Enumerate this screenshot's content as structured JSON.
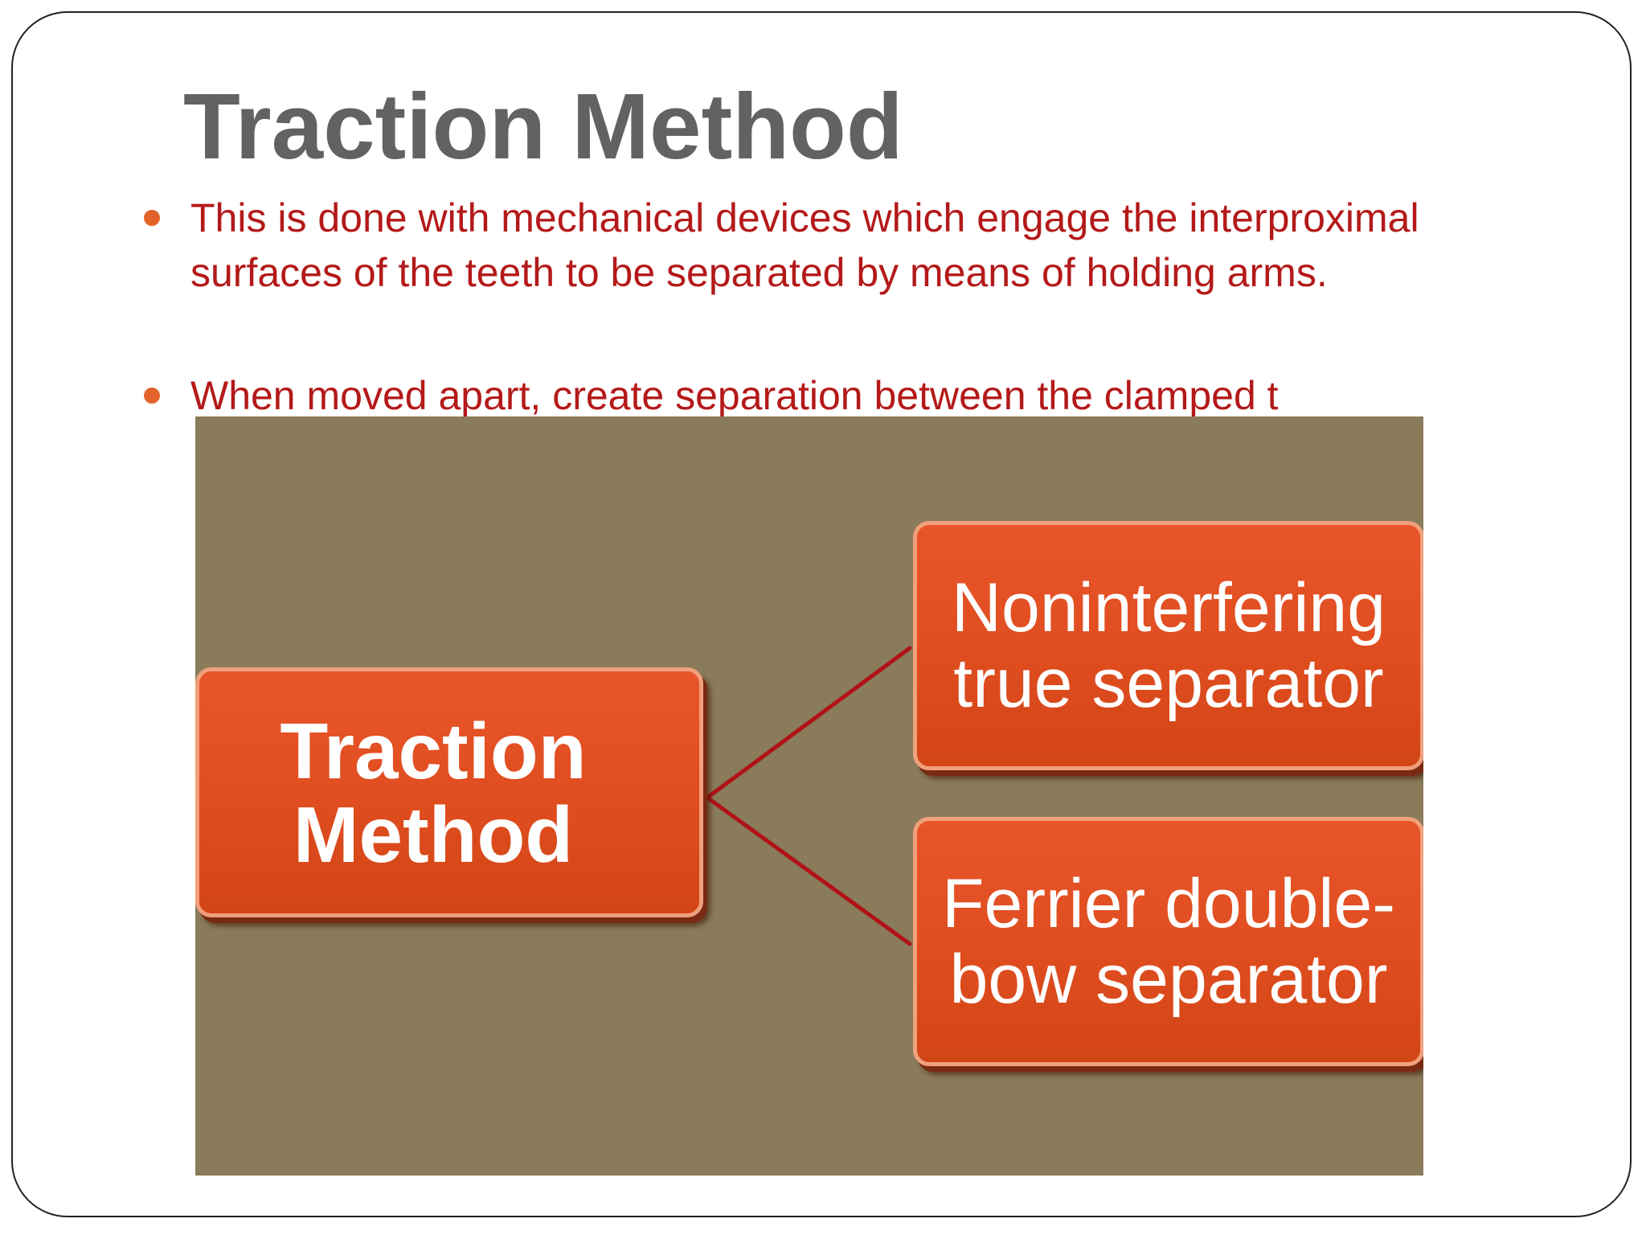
{
  "slide": {
    "title": "Traction Method",
    "bullets": [
      "This is done with mechanical devices which engage the interproximal surfaces of the teeth to be separated by means of holding arms.",
      "When moved apart, create separation between the clamped t"
    ]
  },
  "diagram": {
    "root": "Traction\nMethod",
    "children": [
      "Noninterfering\ntrue separator",
      "Ferrier double-\nbow separator"
    ]
  },
  "colors": {
    "title": "#626262",
    "bullet_text": "#b41919",
    "bullet_marker": "#e2632a",
    "panel_background": "#8a7b5a",
    "node_fill": "#e0501f",
    "node_text": "#ffffff",
    "connector": "#b01216"
  }
}
